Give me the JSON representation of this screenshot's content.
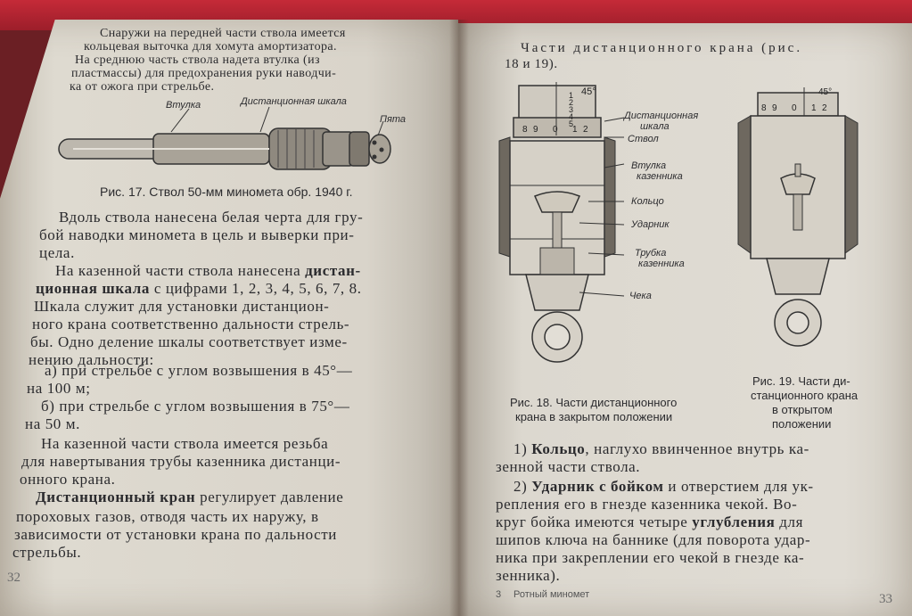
{
  "left_page": {
    "top_lines": [
      "Снаружи на передней части ствола имеется",
      "кольцевая выточка для хомута амортизатора.",
      "На среднюю часть ствола надета втулка (из",
      "пластмассы) для предохранения руки наводчи-",
      "ка от ожога при стрельбе."
    ],
    "figure17": {
      "label_sleeve": "Втулка",
      "label_scale": "Дистанционная шкала",
      "label_heel": "Пята",
      "caption": "Рис. 17. Ствол 50-мм миномета обр. 1940 г."
    },
    "body_lines": [
      "Вдоль ствола нанесена белая черта для гру-",
      "бой наводки миномета в цель и выверки при-",
      "цела.",
      "На казенной части ствола нанесена",
      "ционная шкала с цифрами 1, 2, 3, 4, 5, 6, 7, 8.",
      "Шкала служит для установки дистанцион-",
      "ного крана соответственно дальности стрель-",
      "бы. Одно деление шкалы соответствует изме-",
      "нению дальности:",
      "а) при стрельбе с углом возвышения в 45°—",
      "на 100 м;",
      "б) при стрельбе с углом возвышения в 75°—",
      "на 50 м.",
      "На казенной части ствола имеется резьба",
      "для навертывания трубы казенника дистанци-",
      "онного крана."
    ],
    "bold_distant": "дистан-",
    "bold_scale": "ционная шкала",
    "bold_crane": "Дистанционный кран",
    "crane_rest": "регулирует давление",
    "crane_lines": [
      "пороховых газов, отводя часть их наружу, в",
      "зависимости от установки крана по дальности",
      "стрельбы."
    ],
    "page_number": "32"
  },
  "right_page": {
    "heading_line1": "Части дистанционного крана (рис.",
    "heading_line2": "18 и 19).",
    "figure18": {
      "labels": [
        "Дистанционная",
        "шкала",
        "Ствол",
        "Втулка",
        "казенника",
        "Кольцо",
        "Ударник",
        "Трубка",
        "казенника",
        "Чека"
      ],
      "scale_marks": [
        "45°",
        "8",
        "9",
        "0",
        "1",
        "2",
        "1",
        "2",
        "3",
        "4",
        "5"
      ],
      "caption_line1": "Рис. 18. Части дистанционного",
      "caption_line2": "крана в закрытом положении"
    },
    "figure19": {
      "scale_marks": [
        "45°",
        "8",
        "9",
        "0",
        "1",
        "2"
      ],
      "caption_line1": "Рис. 19. Части ди-",
      "caption_line2": "станционного крана",
      "caption_line3": "в открытом",
      "caption_line4": "положении"
    },
    "item1_num": "1)",
    "item1_bold": "Кольцо",
    "item1_rest": ", наглухо ввинченное внутрь ка-",
    "item1_line2": "зенной части ствола.",
    "item2_num": "2)",
    "item2_bold": "Ударник с бойком",
    "item2_rest": "и отверстием для ук-",
    "item2_lines": [
      "репления его в гнезде казенника чекой. Во-",
      "круг бойка имеются четыре",
      "шипов ключа на баннике (для поворота удар-",
      "ника при закреплении его чекой в гнезде ка-",
      "зенника)."
    ],
    "item2_bold2": "углубления",
    "item2_rest2": "для",
    "footer_signature": "3",
    "footer_title": "Ротный миномет",
    "page_number": "33"
  }
}
